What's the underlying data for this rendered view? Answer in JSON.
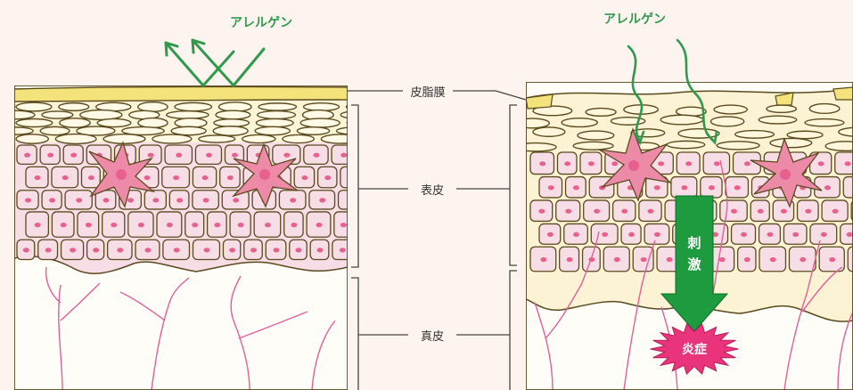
{
  "labels": {
    "allergen_left": "アレルゲン",
    "allergen_right": "アレルゲン",
    "sebum_film": "皮脂膜",
    "epidermis": "表皮",
    "dermis": "真皮",
    "stimulus_1": "刺",
    "stimulus_2": "激",
    "inflammation": "炎症"
  },
  "colors": {
    "background": "#fdf3ef",
    "sebum": "#f4e37a",
    "cell_fill": "#f7dde6",
    "nucleus": "#e8608f",
    "langerhans": "#ec8aa8",
    "outline": "#5b4a1e",
    "allergen_arrow": "#2f9a4c",
    "stimulus_arrow": "#1e9a3f",
    "inflammation": "#e9337b",
    "nerve": "#e0609a"
  }
}
